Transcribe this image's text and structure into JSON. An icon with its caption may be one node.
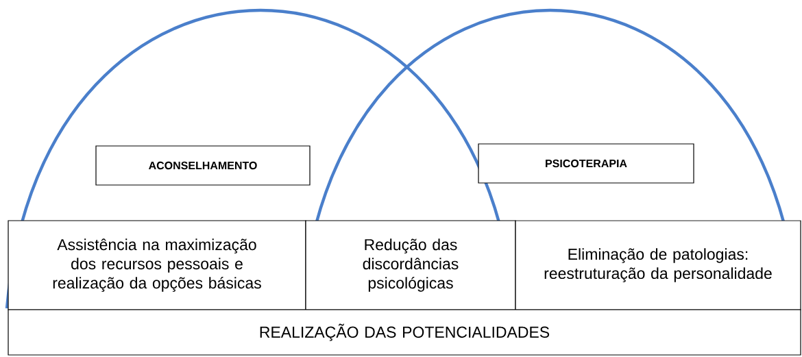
{
  "diagram": {
    "nodes": [
      {
        "text": [
          "ACONSELHAMENTO"
        ]
      },
      {
        "text": [
          "PSICOTERAPIA"
        ]
      },
      {
        "text": [
          "Assistência na maximização dos recursos pessoais e realização da opções básicas"
        ]
      },
      {
        "text": [
          "Redução das discordâncias psicológicas"
        ]
      },
      {
        "text": [
          "Eliminação de patologias: reestruturação da personalidade"
        ]
      },
      {
        "text": [
          "REALIZAÇÃO DAS POTENCIALIDADES"
        ]
      }
    ]
  }
}
